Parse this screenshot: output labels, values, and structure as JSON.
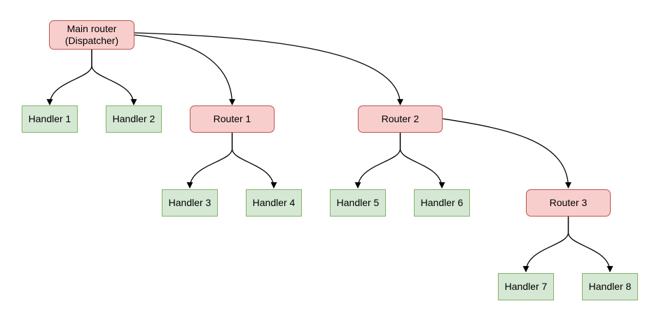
{
  "diagram": {
    "type": "flowchart-tree",
    "background": "#ffffff",
    "colors": {
      "router_fill": "#f8cecc",
      "router_border": "#b85450",
      "handler_fill": "#d5e8d4",
      "handler_border": "#82b366",
      "edge": "#000000",
      "text": "#000000"
    },
    "nodes": [
      {
        "id": "main-router",
        "label": "Main router\n(Dispatcher)",
        "kind": "router"
      },
      {
        "id": "handler-1",
        "label": "Handler 1",
        "kind": "handler"
      },
      {
        "id": "handler-2",
        "label": "Handler 2",
        "kind": "handler"
      },
      {
        "id": "router-1",
        "label": "Router 1",
        "kind": "router"
      },
      {
        "id": "router-2",
        "label": "Router 2",
        "kind": "router"
      },
      {
        "id": "handler-3",
        "label": "Handler 3",
        "kind": "handler"
      },
      {
        "id": "handler-4",
        "label": "Handler 4",
        "kind": "handler"
      },
      {
        "id": "handler-5",
        "label": "Handler 5",
        "kind": "handler"
      },
      {
        "id": "handler-6",
        "label": "Handler 6",
        "kind": "handler"
      },
      {
        "id": "router-3",
        "label": "Router 3",
        "kind": "router"
      },
      {
        "id": "handler-7",
        "label": "Handler 7",
        "kind": "handler"
      },
      {
        "id": "handler-8",
        "label": "Handler 8",
        "kind": "handler"
      }
    ],
    "edges": [
      {
        "from": "main-router",
        "to": "handler-1"
      },
      {
        "from": "main-router",
        "to": "handler-2"
      },
      {
        "from": "main-router",
        "to": "router-1"
      },
      {
        "from": "main-router",
        "to": "router-2"
      },
      {
        "from": "router-1",
        "to": "handler-3"
      },
      {
        "from": "router-1",
        "to": "handler-4"
      },
      {
        "from": "router-2",
        "to": "handler-5"
      },
      {
        "from": "router-2",
        "to": "handler-6"
      },
      {
        "from": "router-2",
        "to": "router-3"
      },
      {
        "from": "router-3",
        "to": "handler-7"
      },
      {
        "from": "router-3",
        "to": "handler-8"
      }
    ]
  }
}
